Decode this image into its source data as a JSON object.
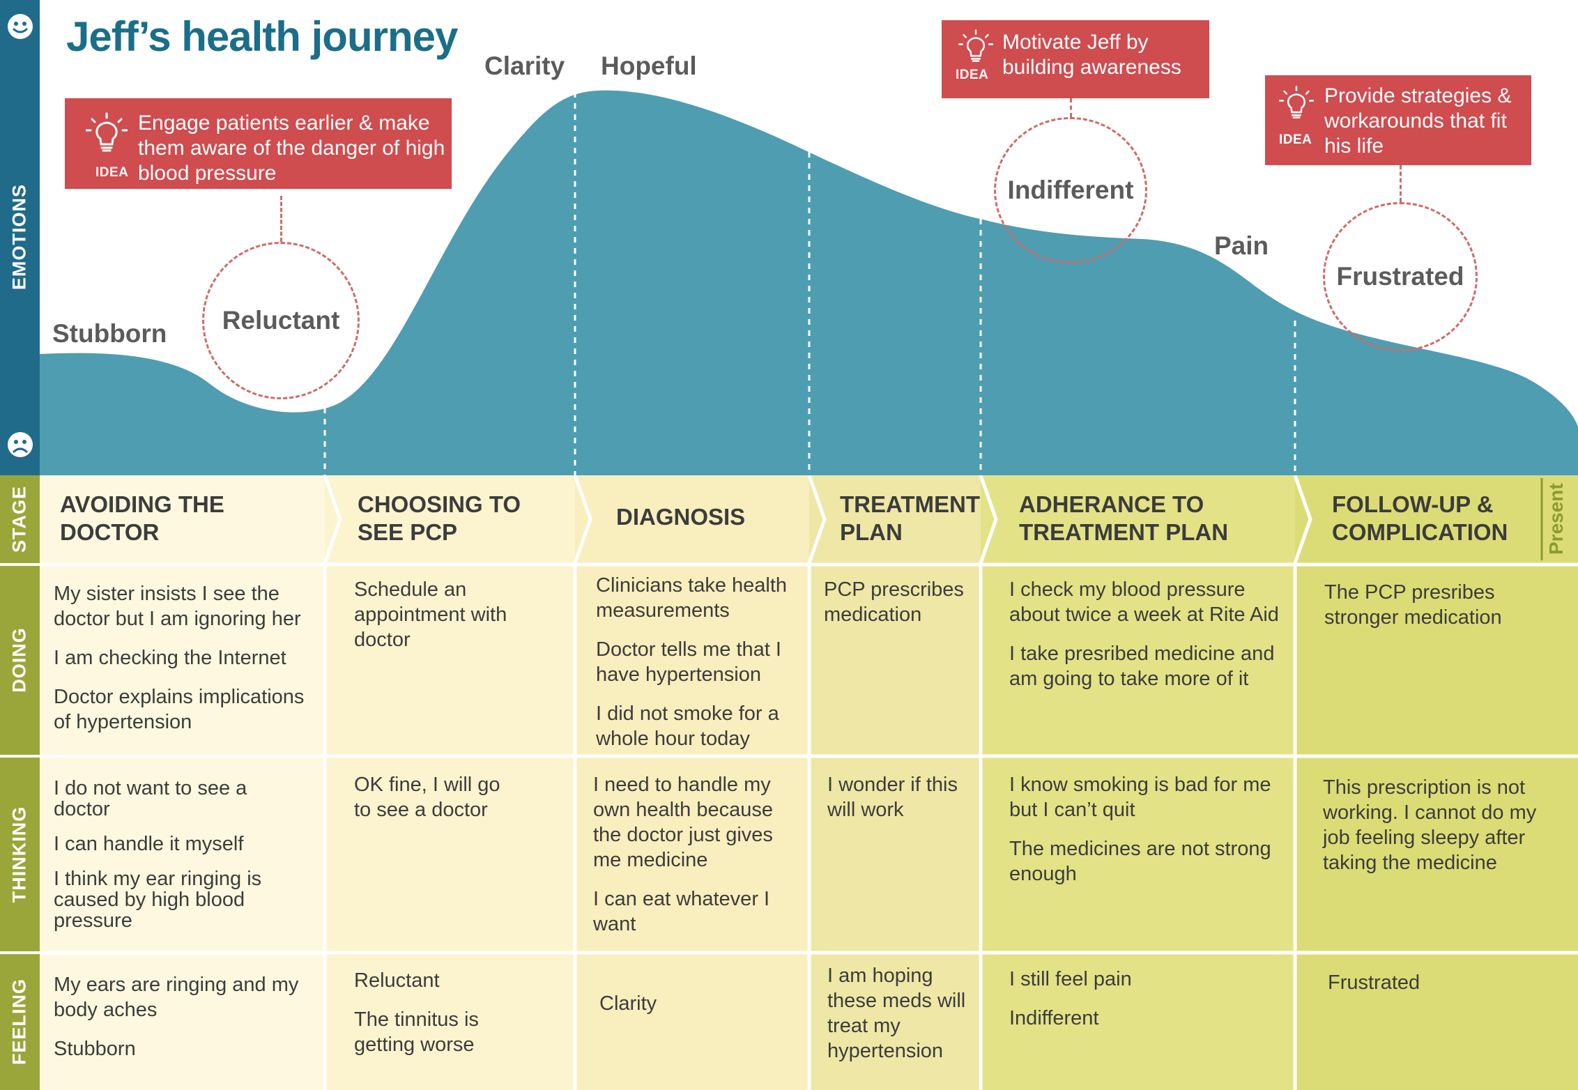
{
  "title": "Jeff’s health journey",
  "sidebar": {
    "emotions": "EMOTIONS",
    "stage": "STAGE",
    "doing": "DOING",
    "thinking": "THINKING",
    "feeling": "FEELING"
  },
  "emotions": {
    "labels": {
      "stubborn": "Stubborn",
      "clarity": "Clarity",
      "hopeful": "Hopeful",
      "pain": "Pain"
    },
    "circles": {
      "reluctant": "Reluctant",
      "indifferent": "Indifferent",
      "frustrated": "Frustrated"
    }
  },
  "ideas": [
    {
      "label": "IDEA",
      "lines": [
        "Engage patients earlier & make",
        "them aware of the danger of high",
        "blood pressure"
      ]
    },
    {
      "label": "IDEA",
      "lines": [
        "Motivate Jeff by",
        "building awareness"
      ]
    },
    {
      "label": "IDEA",
      "lines": [
        "Provide strategies &",
        "workarounds that fit",
        "his life"
      ]
    }
  ],
  "stages": [
    {
      "lines": [
        "AVOIDING THE",
        "DOCTOR"
      ]
    },
    {
      "lines": [
        "CHOOSING TO",
        "SEE PCP"
      ]
    },
    {
      "lines": [
        "DIAGNOSIS"
      ]
    },
    {
      "lines": [
        "TREATMENT",
        "PLAN"
      ]
    },
    {
      "lines": [
        "ADHERANCE TO",
        "TREATMENT PLAN"
      ]
    },
    {
      "lines": [
        "FOLLOW-UP &",
        "COMPLICATION"
      ]
    }
  ],
  "present": "Present",
  "doing": [
    [
      "My sister insists I see the doctor but I am ignoring her",
      "I am checking the Internet",
      "Doctor explains implications of hypertension"
    ],
    [
      "Schedule an appointment with doctor"
    ],
    [
      "Clinicians take health measurements",
      "Doctor tells me that  I have hypertension",
      "I did not smoke for a whole hour today"
    ],
    [
      "PCP prescribes medication"
    ],
    [
      "I check my blood pressure about twice a week at Rite Aid",
      "I take presribed medicine and am going to take more of it"
    ],
    [
      "The PCP presribes stronger medication"
    ]
  ],
  "thinking": [
    [
      "I do not want to see a doctor",
      "I can handle it myself",
      "I think my ear ringing  is caused by high blood pressure"
    ],
    [
      "OK fine, I will go to see a doctor"
    ],
    [
      "I need to handle my own health because the doctor just gives me medicine",
      "I can eat whatever I want"
    ],
    [
      "I wonder if this will work"
    ],
    [
      "I know smoking is bad for me but I can’t quit",
      "The medicines are not strong enough"
    ],
    [
      "This prescription is not working. I cannot do my job feeling sleepy after taking the medicine"
    ]
  ],
  "feeling": [
    [
      "My ears are ringing and my body aches",
      "Stubborn"
    ],
    [
      "Reluctant",
      "The tinnitus is getting worse"
    ],
    [
      "Clarity"
    ],
    [
      "I am hoping these meds will treat my hypertension"
    ],
    [
      "I still feel pain",
      "Indifferent"
    ],
    [
      "Frustrated"
    ]
  ],
  "colors": {
    "curve": "#4f9db1",
    "sidebar_emotions": "#1f6b89",
    "sidebar_rows": "#9aa63a",
    "idea": "#cf4c4f",
    "columns": [
      "#fdf8df",
      "#fcf4cf",
      "#f9eebd",
      "#eee7a6",
      "#e3e287",
      "#dcdc76"
    ]
  }
}
